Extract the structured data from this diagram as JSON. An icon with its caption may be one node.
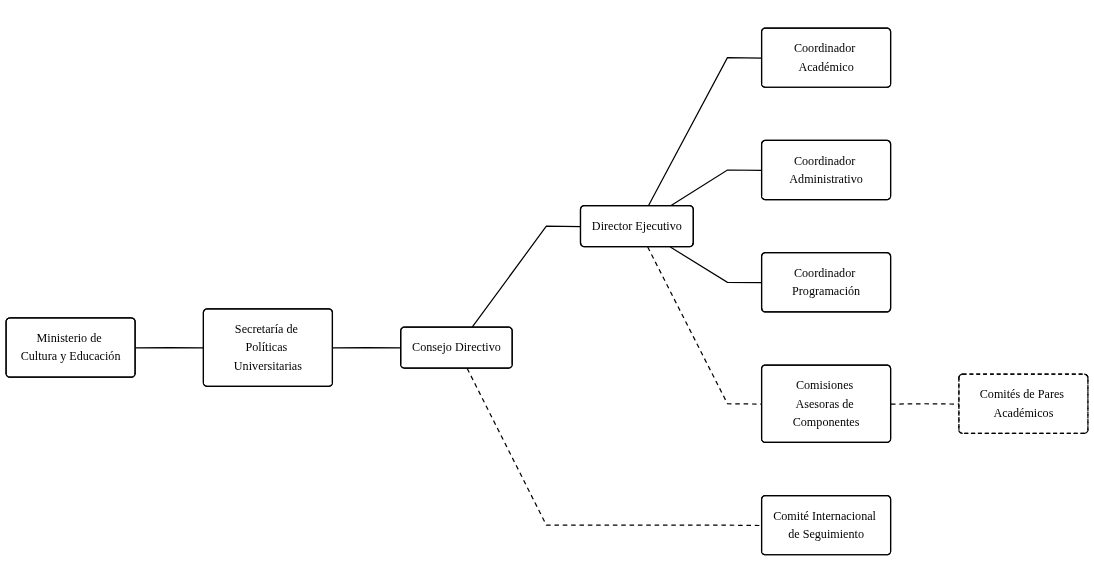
{
  "diagram": {
    "nodes": [
      {
        "text": [
          "Ministerio de Cultura y Educación"
        ]
      },
      {
        "text": [
          "Secretaría de Políticas Universitarias"
        ]
      },
      {
        "text": [
          "Consejo Directivo"
        ]
      },
      {
        "text": [
          "Director Ejecutivo"
        ]
      },
      {
        "text": [
          "Coordinador Académico"
        ]
      },
      {
        "text": [
          "Coordinador Administrativo"
        ]
      },
      {
        "text": [
          "Coordinador Programación"
        ]
      },
      {
        "text": [
          "Comité Internacional de Seguimiento"
        ]
      },
      {
        "text": [
          "Comisiones Asesoras de Componentes"
        ]
      },
      {
        "text": [
          "Comités de Pares Académicos"
        ]
      }
    ],
    "edges": [
      {
        "from": 0,
        "to": 1,
        "arrow": "none"
      },
      {
        "from": 1,
        "to": 2,
        "arrow": "none"
      },
      {
        "from": 2,
        "to": 3,
        "arrow": "none"
      },
      {
        "from": 3,
        "to": 4,
        "arrow": "none"
      },
      {
        "from": 3,
        "to": 5,
        "arrow": "none"
      },
      {
        "from": 3,
        "to": 6,
        "arrow": "none"
      },
      {
        "from": 2,
        "to": 7,
        "arrow": "none",
        "style": "dashed"
      },
      {
        "from": 3,
        "to": 8,
        "arrow": "none",
        "style": "dashed"
      },
      {
        "from": 8,
        "to": 9,
        "arrow": "none",
        "style": "dashed"
      }
    ]
  }
}
